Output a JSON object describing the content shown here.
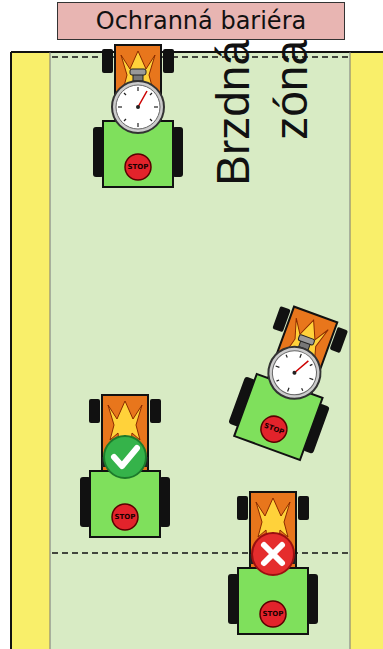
{
  "diagram": {
    "nodes": [
      {
        "text": [
          "Ochranná bariéra"
        ]
      },
      {
        "text": [
          "Brzdná zóna"
        ]
      }
    ],
    "labels": [
      "STOP",
      "STOP",
      "STOP",
      "STOP"
    ]
  }
}
